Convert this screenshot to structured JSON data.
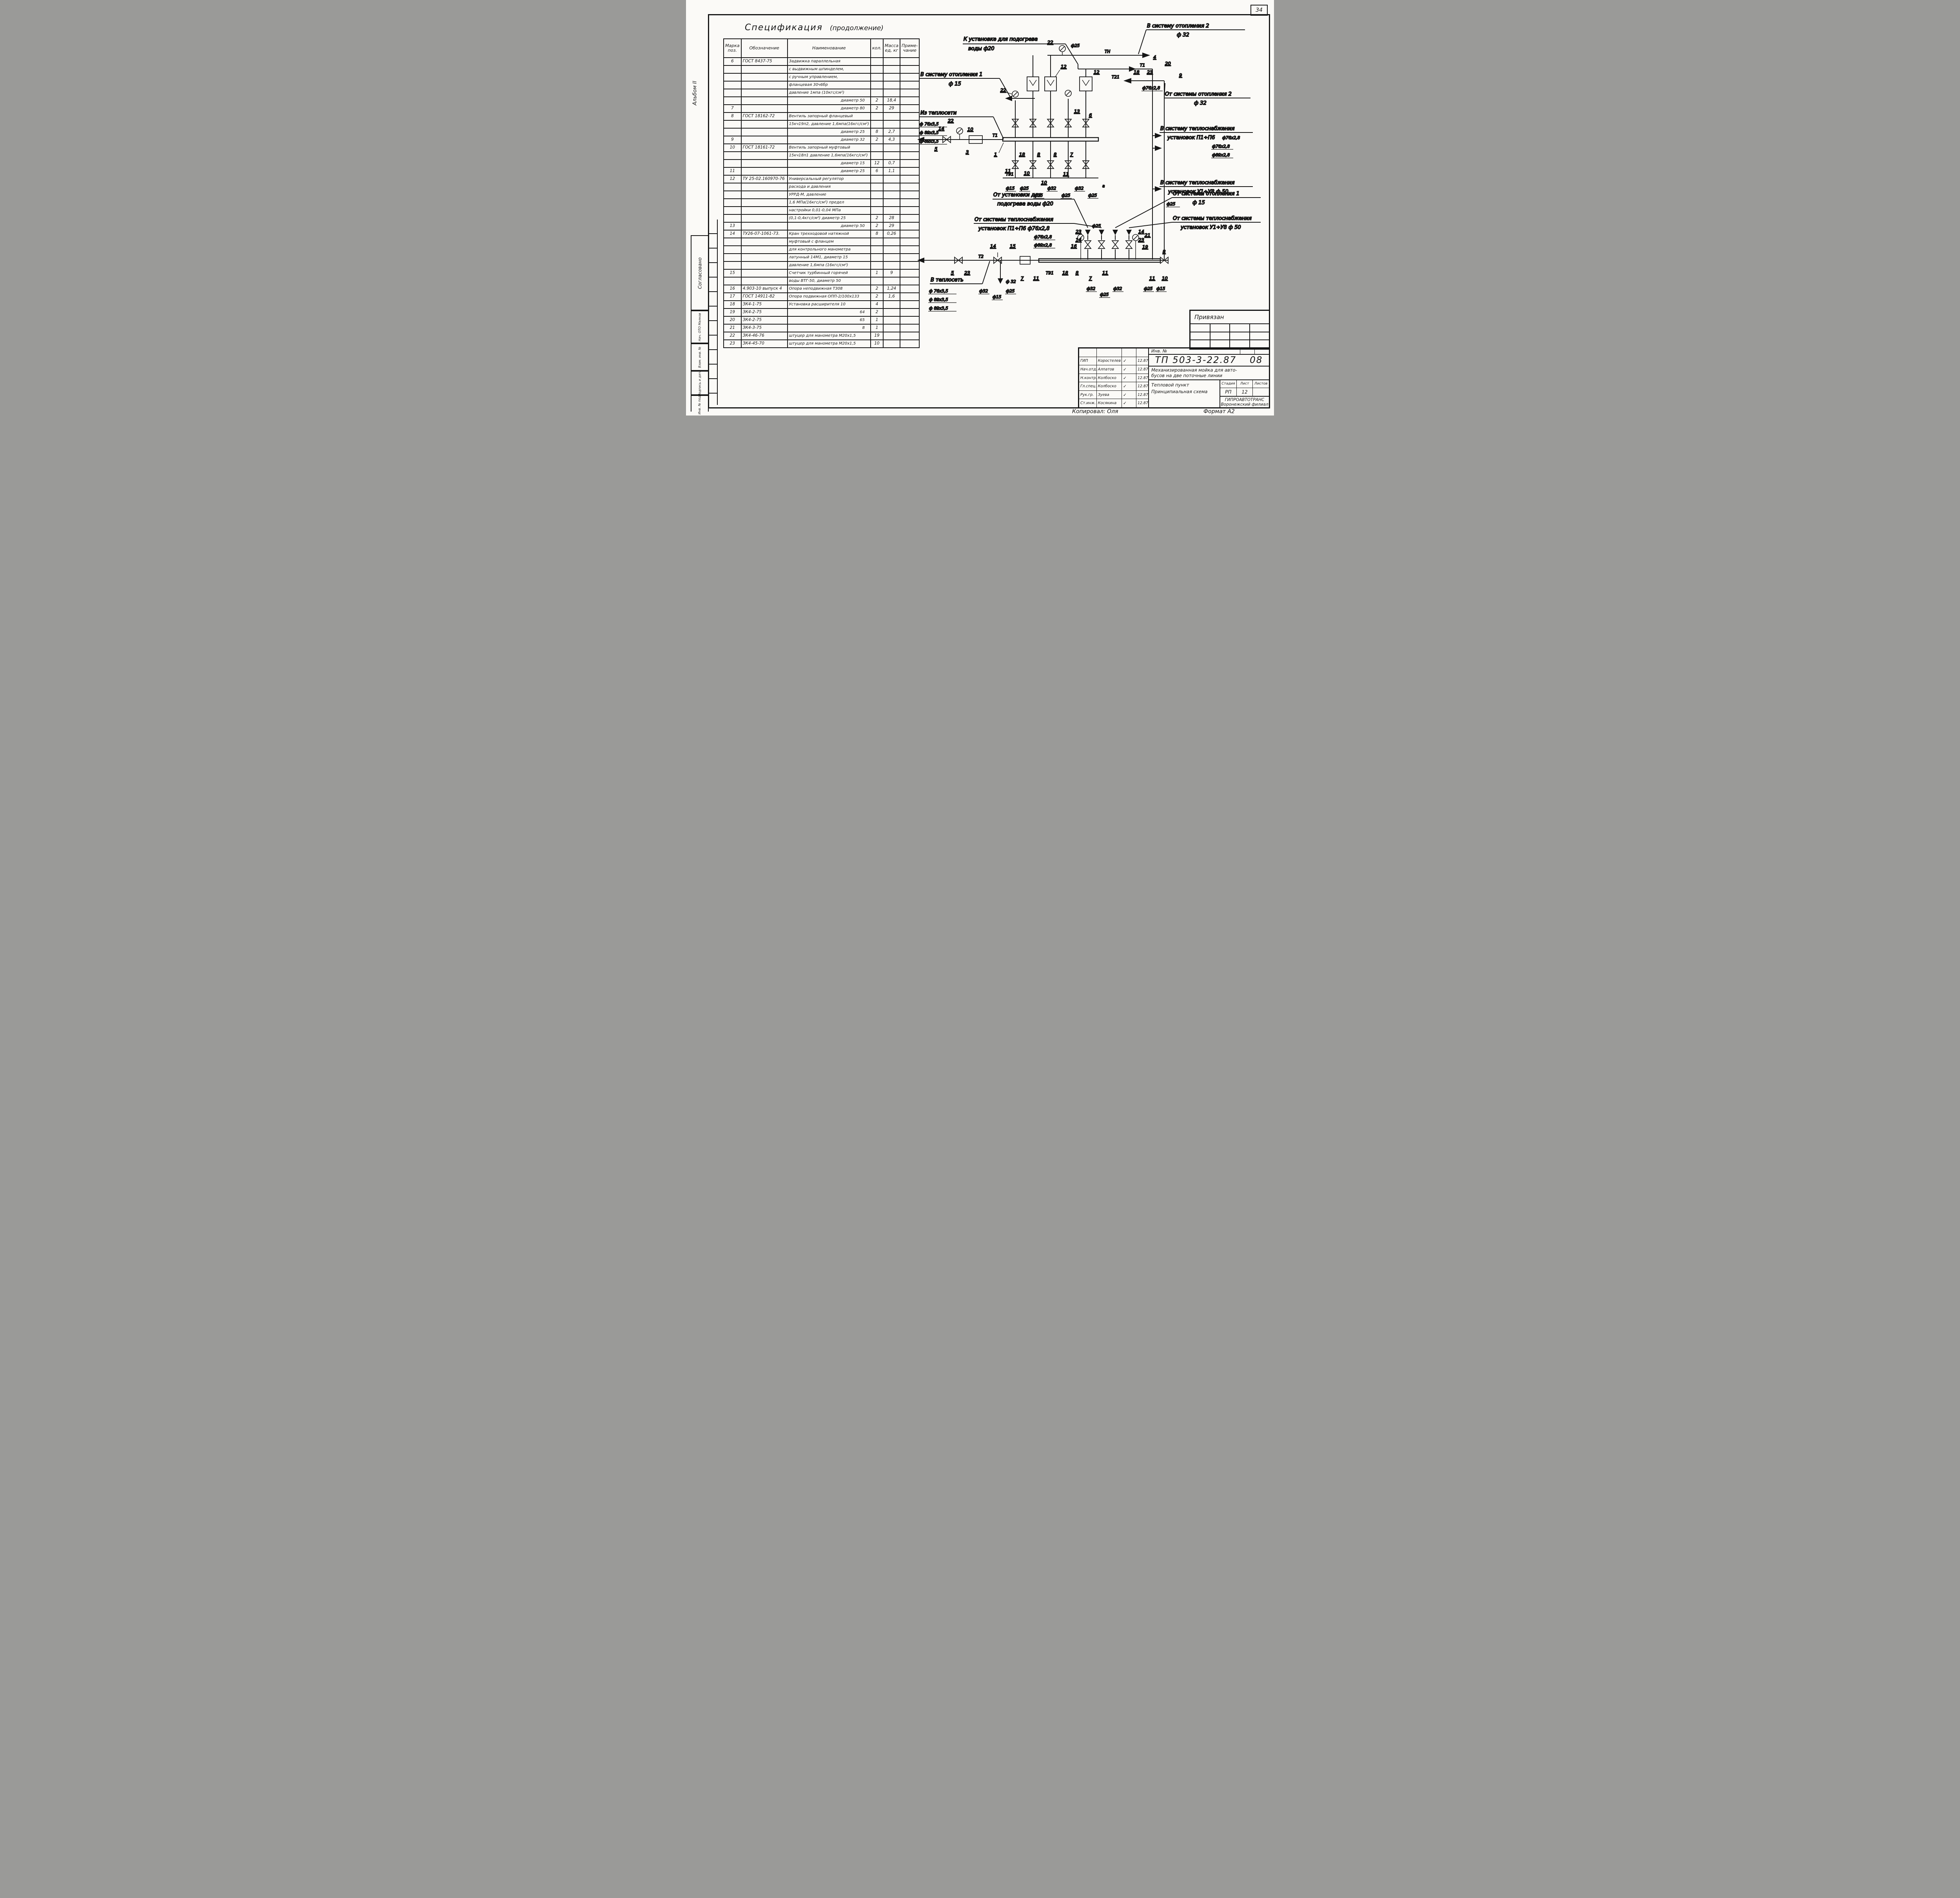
{
  "page": {
    "sheet_number": "34",
    "album_label": "Альбом II",
    "footer_copied": "Копировал: Оля",
    "footer_format": "Формат А2"
  },
  "side_stamps": {
    "agreed": "Согласовано",
    "agreed_by": "Нач. ОТО  Малков",
    "vzam_inv": "Взам. инв. №",
    "podpis_data": "Подпись и дата",
    "inv_podl": "Инв. № подл."
  },
  "spec": {
    "title": "Спецификация",
    "title_cont": "(продолжение)",
    "headers": [
      "Марка\nпоз.",
      "Обозначение",
      "Наименование",
      "кол.",
      "Масса\nед, кг",
      "Приме-\nчание"
    ],
    "rows": [
      [
        "6",
        "ГОСТ 8437-75",
        "Задвижка параллельная",
        "",
        "",
        "",
        "l"
      ],
      [
        "",
        "",
        "с выдвижным шпинделем,",
        "",
        "",
        "",
        "l"
      ],
      [
        "",
        "",
        "с ручным управлением,",
        "",
        "",
        "",
        "l"
      ],
      [
        "",
        "",
        "фланцевая 30ч6бр",
        "",
        "",
        "",
        "l"
      ],
      [
        "",
        "",
        "давление 1мпа (10кгс/см²)",
        "",
        "",
        "",
        "l"
      ],
      [
        "",
        "",
        "диаметр 50",
        "2",
        "18,4",
        "",
        "r"
      ],
      [
        "7",
        "",
        "диаметр 80",
        "2",
        "29",
        "",
        "r"
      ],
      [
        "8",
        "ГОСТ 18162-72",
        "Вентиль запорный фланцевый",
        "",
        "",
        "",
        "l"
      ],
      [
        "",
        "",
        "15кч19п2, давление 1,6мпа(16кгс/см²)",
        "",
        "",
        "",
        "l"
      ],
      [
        "",
        "",
        "диаметр 25",
        "8",
        "2,7",
        "",
        "r"
      ],
      [
        "9",
        "",
        "диаметр 32",
        "2",
        "4,3",
        "",
        "r"
      ],
      [
        "10",
        "ГОСТ 18161-72",
        "Вентиль запорный муфтовый",
        "",
        "",
        "",
        "l"
      ],
      [
        "",
        "",
        "15кч18п1 давление 1,6мпа(16кгс/см²)",
        "",
        "",
        "",
        "l"
      ],
      [
        "",
        "",
        "диаметр 15",
        "12",
        "0,7",
        "",
        "r"
      ],
      [
        "11",
        "",
        "диаметр 25",
        "6",
        "1,1",
        "",
        "r"
      ],
      [
        "12",
        "ТУ 25-02.160970-76",
        "Универсальный регулятор",
        "",
        "",
        "",
        "l"
      ],
      [
        "",
        "",
        "расхода и давления",
        "",
        "",
        "",
        "l"
      ],
      [
        "",
        "",
        "УРРД-М, давление",
        "",
        "",
        "",
        "l"
      ],
      [
        "",
        "",
        "1,6 МПа(16кгс/см²) предел",
        "",
        "",
        "",
        "l"
      ],
      [
        "",
        "",
        "настройки 0,01-0,04 МПа",
        "",
        "",
        "",
        "l"
      ],
      [
        "",
        "",
        "(0,1-0,4кгс/см²) диаметр 25",
        "2",
        "28",
        "",
        "l"
      ],
      [
        "13",
        "",
        "диаметр 50",
        "2",
        "29",
        "",
        "r"
      ],
      [
        "14",
        "ТУ26-07-1061-73.",
        "Кран трехходовой натяжной",
        "8",
        "0,26",
        "",
        "l"
      ],
      [
        "",
        "",
        "муфтовый с фланцем",
        "",
        "",
        "",
        "l"
      ],
      [
        "",
        "",
        "для контрольного манометра",
        "",
        "",
        "",
        "l"
      ],
      [
        "",
        "",
        "латунный 14М1, диаметр 15",
        "",
        "",
        "",
        "l"
      ],
      [
        "",
        "",
        "давление 1,6мпа (16кгс/см²)",
        "",
        "",
        "",
        "l"
      ],
      [
        "15",
        "",
        "Счетчик турбинный горячей",
        "1",
        "9",
        "",
        "l"
      ],
      [
        "",
        "",
        "воды ВТГ-50, диаметр 50",
        "",
        "",
        "",
        "l"
      ],
      [
        "16",
        "4.903-10 выпуск 4",
        "Опора неподвижная Т308",
        "2",
        "1,24",
        "",
        "l"
      ],
      [
        "17",
        "ГОСТ 14911-82",
        "Опора подвижная ОПП-2/100х133",
        "2",
        "1,6",
        "",
        "l"
      ],
      [
        "18",
        "ЗК4-1-75",
        "Установка расширителя 10",
        "4",
        "",
        "",
        "l"
      ],
      [
        "19",
        "ЗК4-2-75",
        "64",
        "2",
        "",
        "",
        "r"
      ],
      [
        "20",
        "ЗК4-2-75",
        "65",
        "1",
        "",
        "",
        "r"
      ],
      [
        "21",
        "ЗК4-3-75",
        "8",
        "1",
        "",
        "",
        "r"
      ],
      [
        "22",
        "ЗК4-46-76",
        "штуцер для манометра М20х1,5",
        "19",
        "",
        "",
        "l"
      ],
      [
        "23",
        "ЗК4-45-70",
        "штуцер для манометра М20х1,5",
        "10",
        "",
        "",
        "l"
      ]
    ]
  },
  "diagram": {
    "labels": {
      "to_heater_l1": "К установке для подогрева",
      "to_heater_l2": "воды ф20",
      "to_heating1_l1": "В систему отопления 1",
      "to_heating1_l2": "ф 15",
      "to_heating2_l1": "В систему отопления 2",
      "to_heating2_l2": "ф 32",
      "from_heating2_l1": "От системы отопления 2",
      "from_heating2_l2": "ф 32",
      "to_supply_p_l1": "В систему теплоснабжения",
      "to_supply_p_l2": "установок П1÷П6",
      "to_supply_p_d1": "ф76х2,8",
      "to_supply_p_d2": "ф76х2,8",
      "to_supply_p_d3": "ф89х2,8",
      "to_supply_u_l1": "В систему теплоснабжения",
      "to_supply_u_l2": "установок У1÷У8 ф 50",
      "from_net_l1": "Из теплосети",
      "from_net_d1": "ф 76х3,5",
      "from_net_d2": "ф 89х3,5",
      "from_net_d3": "ф 89х3,5",
      "from_heater_l1": "От установки для",
      "from_heater_l2": "подогрева воды ф20",
      "from_heating1_l1": "От системы отопления 1",
      "from_heating1_l2": "ф 15",
      "from_supply_p_l1": "От системы теплоснабжения",
      "from_supply_p_l2": "установок П1÷П6 ф76х2,8",
      "from_supply_p_d2": "ф76х2,8",
      "from_supply_p_d3": "ф89х2,8",
      "from_supply_u_l1": "От системы теплоснабжения",
      "from_supply_u_l2": "установок У1÷У8 ф 50",
      "to_net_l1": "В теплосеть",
      "to_net_d1": "ф 76х3,5",
      "to_net_d2": "ф 89х3,5",
      "to_net_d3": "ф 89х3,5",
      "drain": "ф 32",
      "d76": "ф76х2,8",
      "sect": "а"
    },
    "pipes": {
      "t1": "Т1",
      "t2": "Т2",
      "t91": "Т91",
      "tn": "ТН",
      "t21": "Т21"
    },
    "dias": {
      "d15": "ф15",
      "d25": "ф25",
      "d32": "ф32"
    },
    "callouts": {
      "c1": "1",
      "c3": "3",
      "c4": "4",
      "c5": "5",
      "c6": "6",
      "c7": "7",
      "c8": "8",
      "c9": "9",
      "c10": "10",
      "c11": "11",
      "c12": "12",
      "c13": "13",
      "c14": "14",
      "c15": "15",
      "c16": "16",
      "c18": "18",
      "c19": "19",
      "c20": "20",
      "c21": "21",
      "c22": "22",
      "c23": "23"
    }
  },
  "title_block": {
    "inv_no": "Инв. №",
    "doc_number": "ТП 503-3-22.87",
    "doc_suffix": "08",
    "project_title_1": "Механизированная мойка для авто-",
    "project_title_2": "бусов на две поточные линии",
    "stage_headers": [
      "Стадия",
      "Лист",
      "Листов"
    ],
    "stage": "РП",
    "sheet": "12",
    "sheets_total": "",
    "drawing_title_1": "Тепловой пункт",
    "drawing_title_2": "Принципиальная схема",
    "organization_1": "ГИПРОАВТОТРАНС",
    "organization_2": "Воронежский филиал",
    "attached": "Привязан",
    "signatures": [
      {
        "role": "ГИП",
        "name": "Коростелев",
        "date": "12.87"
      },
      {
        "role": "Нач.отд.",
        "name": "Алпатов",
        "date": "12.87"
      },
      {
        "role": "Н.контр.",
        "name": "Колбоско",
        "date": "12.87"
      },
      {
        "role": "Гл.спец.",
        "name": "Колбоско",
        "date": "12.87"
      },
      {
        "role": "Рук.гр.",
        "name": "Зуева",
        "date": "12.87"
      },
      {
        "role": "Ст.инж.",
        "name": "Косякина",
        "date": "12.87"
      }
    ]
  }
}
